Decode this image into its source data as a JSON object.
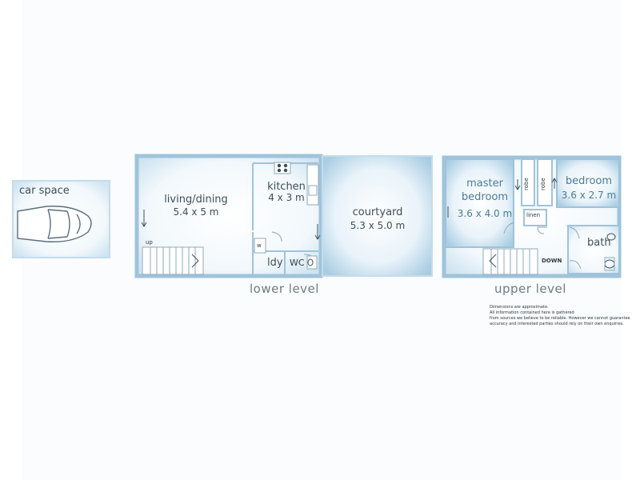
{
  "floorplan": {
    "car_space": {
      "label": "car space"
    },
    "lower": {
      "living": {
        "name": "living/dining",
        "dims": "5.4 x 5 m"
      },
      "kitchen": {
        "name": "kitchen",
        "dims": "4 x 3 m"
      },
      "courtyard": {
        "name": "courtyard",
        "dims": "5.3 x 5.0 m"
      },
      "laundry": {
        "name": "ldy"
      },
      "wc": {
        "name": "WC"
      },
      "washer": {
        "name": "w"
      },
      "stair_note": {
        "label": "up"
      },
      "level_label": "lower level"
    },
    "upper": {
      "master": {
        "name": "master",
        "name2": "bedroom",
        "dims": "3.6 x 4.0 m"
      },
      "bedroom": {
        "name": "bedroom",
        "dims": "3.6 x 2.7 m"
      },
      "robe1": {
        "name": "robe"
      },
      "robe2": {
        "name": "robe"
      },
      "linen": {
        "name": "linen"
      },
      "bath": {
        "name": "bath"
      },
      "stair_note": {
        "label": "DOWN"
      },
      "level_label": "upper level"
    },
    "disclaimer": [
      "Dimensions are approximate.",
      "All information contained here is gathered",
      "from sources we believe to be reliable. However we cannot guarantee",
      "accuracy and interested parties should rely on their own enquiries."
    ]
  }
}
